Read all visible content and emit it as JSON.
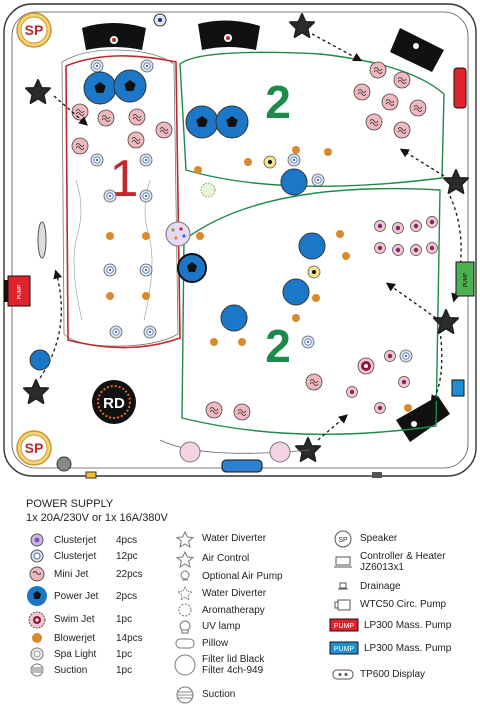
{
  "plan": {
    "zone_labels": [
      "1",
      "2",
      "2"
    ],
    "markers": {
      "speaker_top": "SP",
      "speaker_bottom": "SP",
      "rd": "RD",
      "pump": "PUMP",
      "pump2": "PUMP"
    }
  },
  "legend": {
    "title": "POWER SUPPLY",
    "subtitle": "1x 20A/230V or 1x 16A/380V",
    "jets": [
      {
        "name": "Clusterjet",
        "qty": "4pcs",
        "icon": "clusterjet-large-icon"
      },
      {
        "name": "Clusterjet",
        "qty": "12pc",
        "icon": "clusterjet-small-icon"
      },
      {
        "name": "Mini Jet",
        "qty": "22pcs",
        "icon": "mini-jet-icon"
      },
      {
        "name": "Power Jet",
        "qty": "2pcs",
        "icon": "power-jet-icon"
      },
      {
        "name": "Swim Jet",
        "qty": "1pc",
        "icon": "swim-jet-icon"
      },
      {
        "name": "Blowerjet",
        "qty": "14pcs",
        "icon": "blowerjet-icon"
      },
      {
        "name": "Spa Light",
        "qty": "1pc",
        "icon": "spa-light-icon"
      },
      {
        "name": "Suction",
        "qty": "1pc",
        "icon": "suction-icon"
      }
    ],
    "controls": [
      {
        "name": "Water Diverter",
        "icon": "star-icon"
      },
      {
        "name": "Air Control",
        "icon": "star-icon"
      },
      {
        "name": "Optional Air Pump",
        "icon": "air-pump-icon"
      },
      {
        "name": "Water Diverter",
        "icon": "diverter-icon"
      },
      {
        "name": "Aromatherapy",
        "icon": "flower-icon"
      },
      {
        "name": "UV lamp",
        "icon": "uv-lamp-icon"
      },
      {
        "name": "Pillow",
        "icon": "pillow-icon"
      },
      {
        "name": "Filter lid Black",
        "name2": "Filter 4ch-949",
        "icon": "filter-icon"
      },
      {
        "name": "Suction",
        "icon": "suction-icon"
      }
    ],
    "equipment": [
      {
        "name": "Speaker",
        "icon": "speaker-icon",
        "label": "SP"
      },
      {
        "name": "Controller & Heater",
        "name2": "JZ6013x1",
        "icon": "controller-icon"
      },
      {
        "name": "Drainage",
        "icon": "drainage-icon"
      },
      {
        "name": "WTC50 Circ. Pump",
        "icon": "circ-pump-icon"
      },
      {
        "name": "LP300 Mass. Pump",
        "icon": "mass-pump-red-icon",
        "label": "PUMP"
      },
      {
        "name": "LP300 Mass. Pump",
        "icon": "mass-pump-blue-icon",
        "label": "PUMP"
      },
      {
        "name": "TP600 Display",
        "icon": "display-icon"
      }
    ],
    "colors": {
      "zone1": "#c0282e",
      "zone2": "#1e8a4a",
      "power_jet": "#1b78c8",
      "mini_jet": "#f2b8c0",
      "blower": "#d98a2b",
      "clusterjet": "#cdd8ef",
      "pump_red": "#e0242c",
      "pump_blue": "#1e8fd6"
    }
  }
}
